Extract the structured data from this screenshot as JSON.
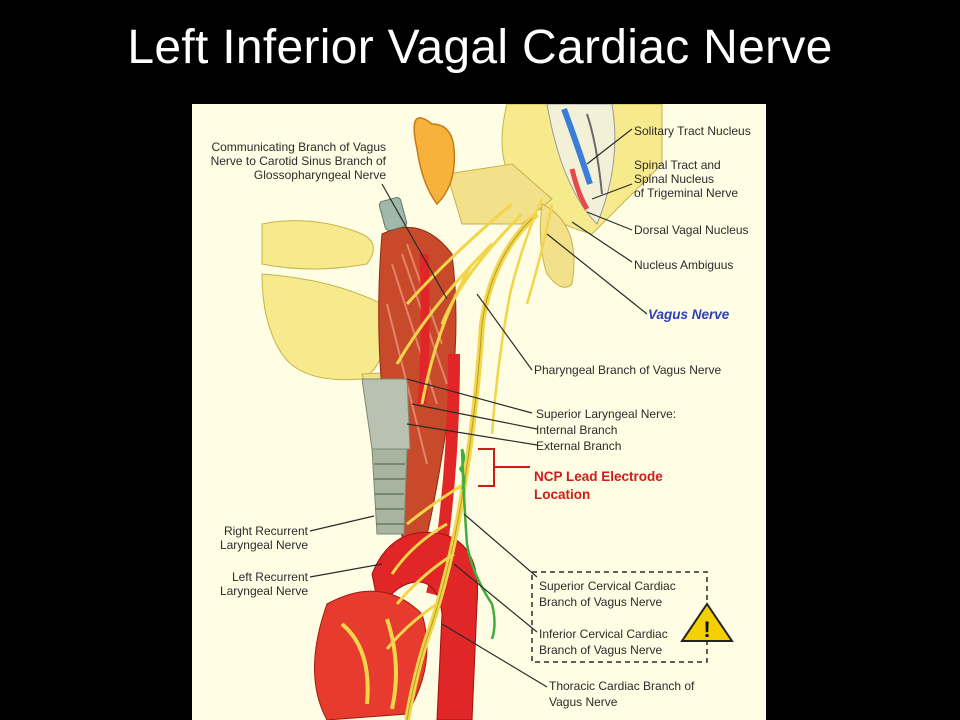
{
  "slide": {
    "title": "Left Inferior Vagal Cardiac Nerve"
  },
  "labels": {
    "communicating_branch": "Communicating Branch of Vagus\nNerve to Carotid Sinus Branch of\nGlossopharyngeal Nerve",
    "solitary_tract_nucleus": "Solitary Tract Nucleus",
    "spinal_tract_nucleus": "Spinal Tract and\nSpinal Nucleus\nof Trigeminal Nerve",
    "dorsal_vagal_nucleus": "Dorsal Vagal Nucleus",
    "nucleus_ambiguus": "Nucleus Ambiguus",
    "vagus_nerve": "Vagus Nerve",
    "pharyngeal_branch": "Pharyngeal Branch of Vagus Nerve",
    "superior_laryngeal": "Superior Laryngeal Nerve:\nInternal Branch\nExternal Branch",
    "ncp_lead": "NCP Lead Electrode\nLocation",
    "right_recurrent": "Right Recurrent\nLaryngeal Nerve",
    "left_recurrent": "Left Recurrent\nLaryngeal Nerve",
    "superior_cervical_cardiac": "Superior Cervical Cardiac\nBranch of Vagus Nerve",
    "inferior_cervical_cardiac": "Inferior Cervical Cardiac\nBranch of Vagus Nerve",
    "thoracic_cardiac": "Thoracic Cardiac Branch of\nVagus Nerve"
  },
  "warning_symbol": "!",
  "colors": {
    "background": "#000000",
    "figure_bg": "#fffde3",
    "artery": "#e02626",
    "nerve": "#f2d54a",
    "muscle": "#c94a2a",
    "vagus_label": "#2e3fb5",
    "ncp_label": "#d11a1a",
    "electrode_lead": "#3fae3f",
    "warning": "#f5d000"
  }
}
